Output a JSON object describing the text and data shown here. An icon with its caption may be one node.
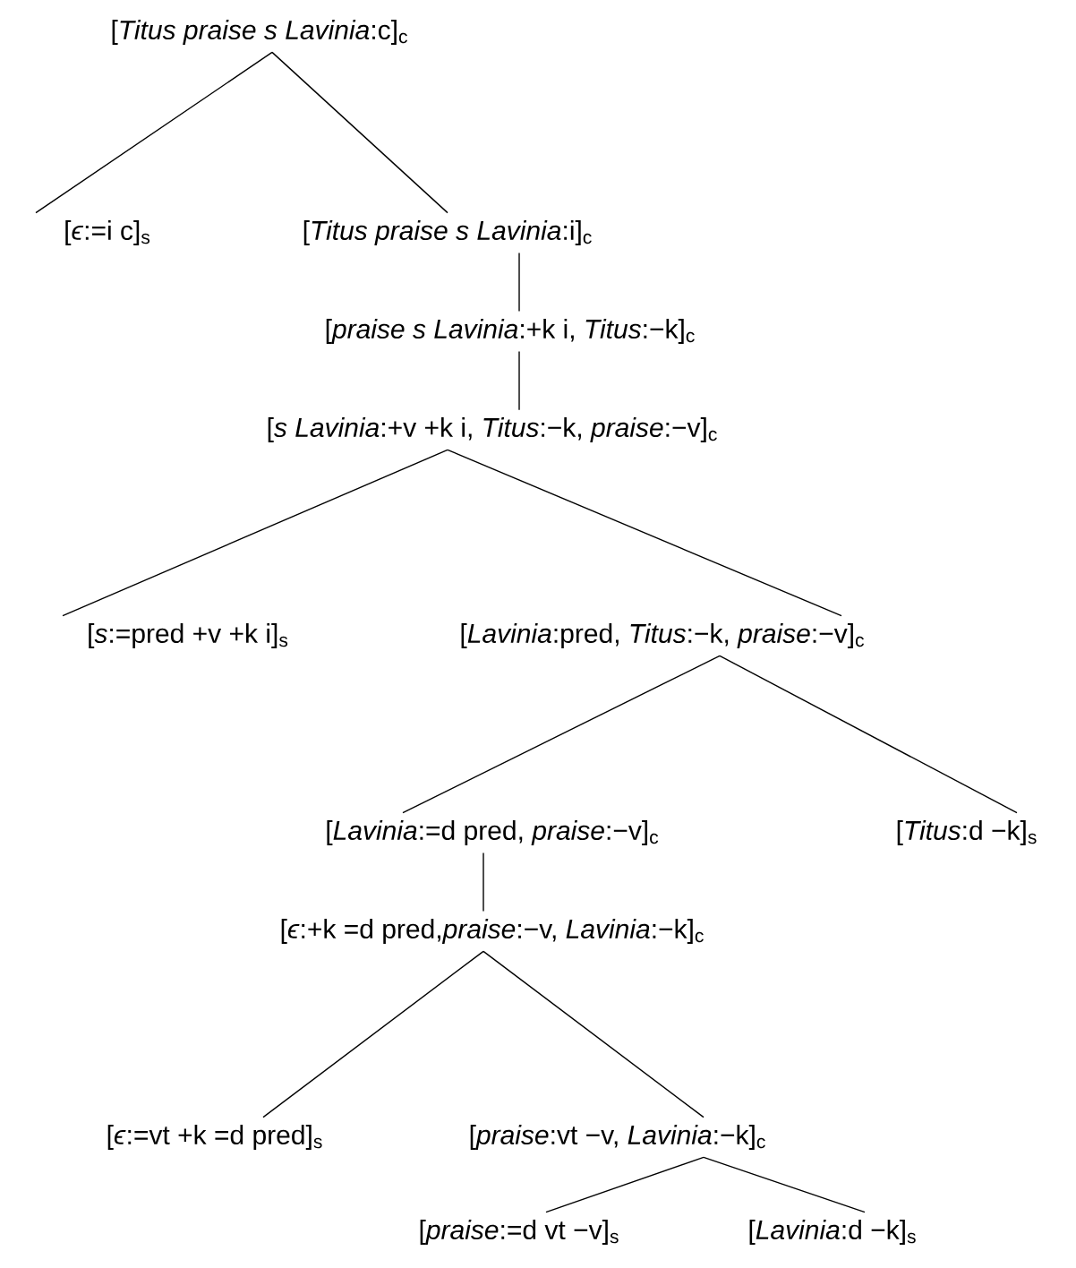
{
  "diagram": {
    "nodes": [
      {
        "text": [
          "[*Titus praise s Lavinia*:c]$_{c}$"
        ]
      },
      {
        "text": [
          "[*ϵ*:=i c]$_{s}$"
        ]
      },
      {
        "text": [
          "[*Titus praise s Lavinia*:i]$_{c}$"
        ]
      },
      {
        "text": [
          "[*praise s Lavinia*:+k i, *Titus*:−k]$_{c}$"
        ]
      },
      {
        "text": [
          "[*s Lavinia*:+v +k i, *Titus*:−k, *praise*:−v]$_{c}$"
        ]
      },
      {
        "text": [
          "[*s*:=pred +v +k i]$_{s}$"
        ]
      },
      {
        "text": [
          "[*Lavinia*:pred, *Titus*:−k, *praise*:−v]$_{c}$"
        ]
      },
      {
        "text": [
          "[*Lavinia*:=d pred, *praise*:−v]$_{c}$"
        ]
      },
      {
        "text": [
          "[*Titus*:d −k]$_{s}$"
        ]
      },
      {
        "text": [
          "[*ϵ*:+k =d pred,*praise*:−v, *Lavinia*:−k]$_{c}$"
        ]
      },
      {
        "text": [
          "[*ϵ*:=vt +k =d pred]$_{s}$"
        ]
      },
      {
        "text": [
          "[*praise*:vt −v, *Lavinia*:−k]$_{c}$"
        ]
      },
      {
        "text": [
          "[*praise*:=d vt −v]$_{s}$"
        ]
      },
      {
        "text": [
          "[*Lavinia*:d −k]$_{s}$"
        ]
      }
    ],
    "edges": [
      {
        "from": 0,
        "to": 1,
        "arrow": "none"
      },
      {
        "from": 0,
        "to": 2,
        "arrow": "none"
      },
      {
        "from": 2,
        "to": 3,
        "arrow": "none"
      },
      {
        "from": 3,
        "to": 4,
        "arrow": "none"
      },
      {
        "from": 4,
        "to": 5,
        "arrow": "none"
      },
      {
        "from": 4,
        "to": 6,
        "arrow": "none"
      },
      {
        "from": 6,
        "to": 7,
        "arrow": "none"
      },
      {
        "from": 6,
        "to": 8,
        "arrow": "none"
      },
      {
        "from": 7,
        "to": 9,
        "arrow": "none"
      },
      {
        "from": 9,
        "to": 10,
        "arrow": "none"
      },
      {
        "from": 9,
        "to": 11,
        "arrow": "none"
      },
      {
        "from": 11,
        "to": 12,
        "arrow": "none"
      },
      {
        "from": 11,
        "to": 13,
        "arrow": "none"
      }
    ]
  }
}
